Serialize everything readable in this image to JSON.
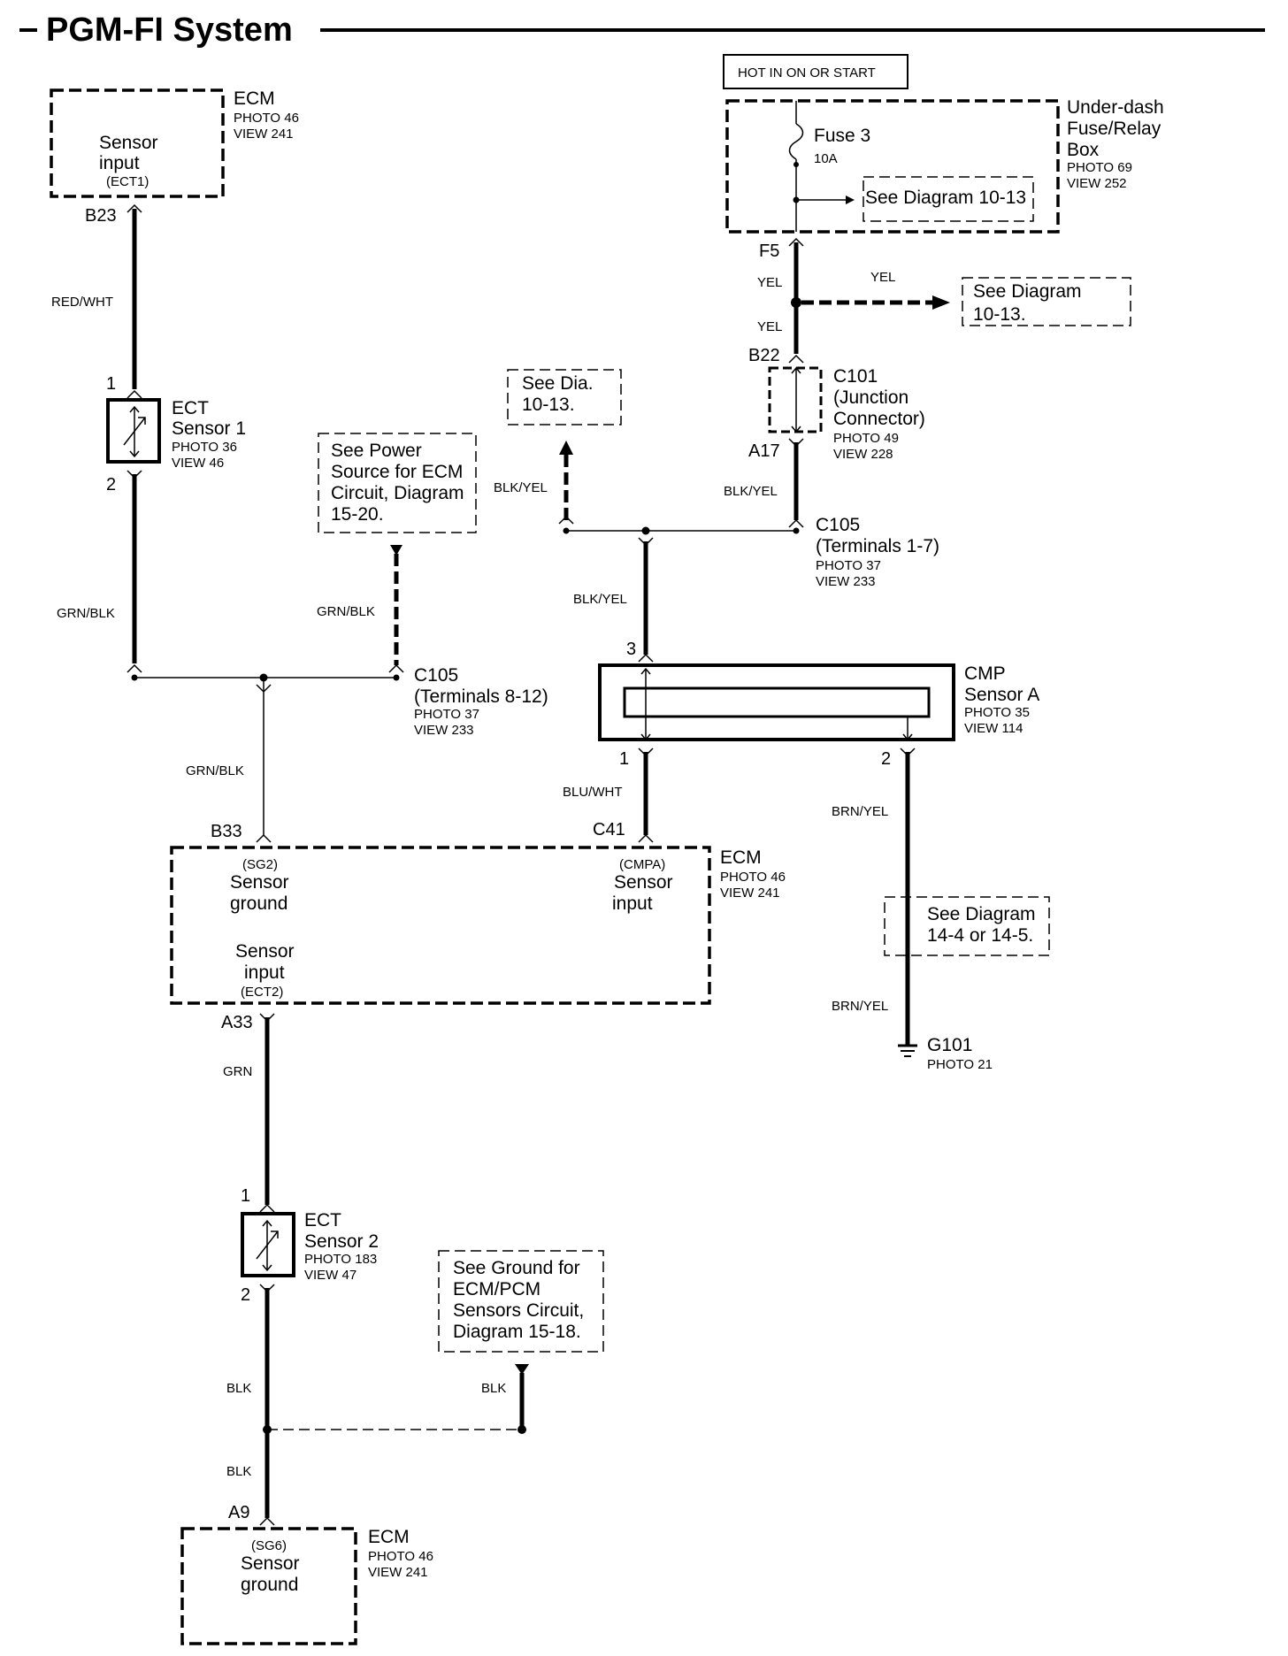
{
  "title": "PGM-FI System",
  "hot_label": "HOT IN ON OR START",
  "fuse_box": {
    "name": [
      "Under-dash",
      "Fuse/Relay",
      "Box"
    ],
    "photo": "PHOTO 69",
    "view": "VIEW 252"
  },
  "fuse": {
    "name": "Fuse 3",
    "rating": "10A",
    "ref": "See Diagram 10-13"
  },
  "ecm_top": {
    "name": "ECM",
    "photo": "PHOTO 46",
    "view": "VIEW 241",
    "func": [
      "Sensor",
      "input"
    ],
    "sig": "(ECT1)",
    "pin": "B23"
  },
  "ect1": {
    "name": [
      "ECT",
      "Sensor 1"
    ],
    "photo": "PHOTO 36",
    "view": "VIEW 46",
    "pin1": "1",
    "pin2": "2"
  },
  "ect2": {
    "name": [
      "ECT",
      "Sensor 2"
    ],
    "photo": "PHOTO 183",
    "view": "VIEW 47",
    "pin1": "1",
    "pin2": "2"
  },
  "power_ref": [
    "See Power",
    "Source for ECM",
    "Circuit, Diagram",
    "15-20."
  ],
  "dia_ref": [
    "See Dia.",
    "10-13."
  ],
  "yel_ref": [
    "See Diagram",
    "10-13."
  ],
  "brn_ref": [
    "See Diagram",
    "14-4 or 14-5."
  ],
  "ground_ref": [
    "See Ground for",
    "ECM/PCM",
    "Sensors Circuit,",
    "Diagram 15-18."
  ],
  "c101": {
    "name": [
      "C101",
      "(Junction",
      "Connector)"
    ],
    "photo": "PHOTO 49",
    "view": "VIEW 228",
    "pin_top": "B22",
    "pin_bottom": "A17"
  },
  "c105_upper": {
    "name": [
      "C105",
      "(Terminals 1-7)"
    ],
    "photo": "PHOTO 37",
    "view": "VIEW 233"
  },
  "c105_lower": {
    "name": [
      "C105",
      "(Terminals 8-12)"
    ],
    "photo": "PHOTO 37",
    "view": "VIEW 233"
  },
  "fuse_pin": "F5",
  "cmp": {
    "name": [
      "CMP",
      "Sensor A"
    ],
    "photo": "PHOTO 35",
    "view": "VIEW 114",
    "pin1": "1",
    "pin2": "2",
    "pin3": "3"
  },
  "ecm_mid": {
    "name": "ECM",
    "photo": "PHOTO 46",
    "view": "VIEW 241",
    "pin_sg2": "B33",
    "sg2_sig": "(SG2)",
    "sg2_func": [
      "Sensor",
      "ground"
    ],
    "pin_cmpa": "C41",
    "cmpa_sig": "(CMPA)",
    "cmpa_func": [
      "Sensor",
      "input"
    ],
    "ect2_func": [
      "Sensor",
      "input"
    ],
    "ect2_sig": "(ECT2)",
    "pin_ect2": "A33"
  },
  "ecm_bottom": {
    "name": "ECM",
    "photo": "PHOTO 46",
    "view": "VIEW 241",
    "sig": "(SG6)",
    "func": [
      "Sensor",
      "ground"
    ],
    "pin": "A9"
  },
  "g101": {
    "name": "G101",
    "photo": "PHOTO 21"
  },
  "wires": {
    "red_wht": "RED/WHT",
    "grn_blk_1": "GRN/BLK",
    "grn_blk_2": "GRN/BLK",
    "grn_blk_3": "GRN/BLK",
    "yel_1": "YEL",
    "yel_2": "YEL",
    "yel_3": "YEL",
    "blk_yel_1": "BLK/YEL",
    "blk_yel_2": "BLK/YEL",
    "blk_yel_3": "BLK/YEL",
    "blu_wht": "BLU/WHT",
    "brn_yel_1": "BRN/YEL",
    "brn_yel_2": "BRN/YEL",
    "grn": "GRN",
    "blk_1": "BLK",
    "blk_2": "BLK",
    "blk_3": "BLK"
  }
}
